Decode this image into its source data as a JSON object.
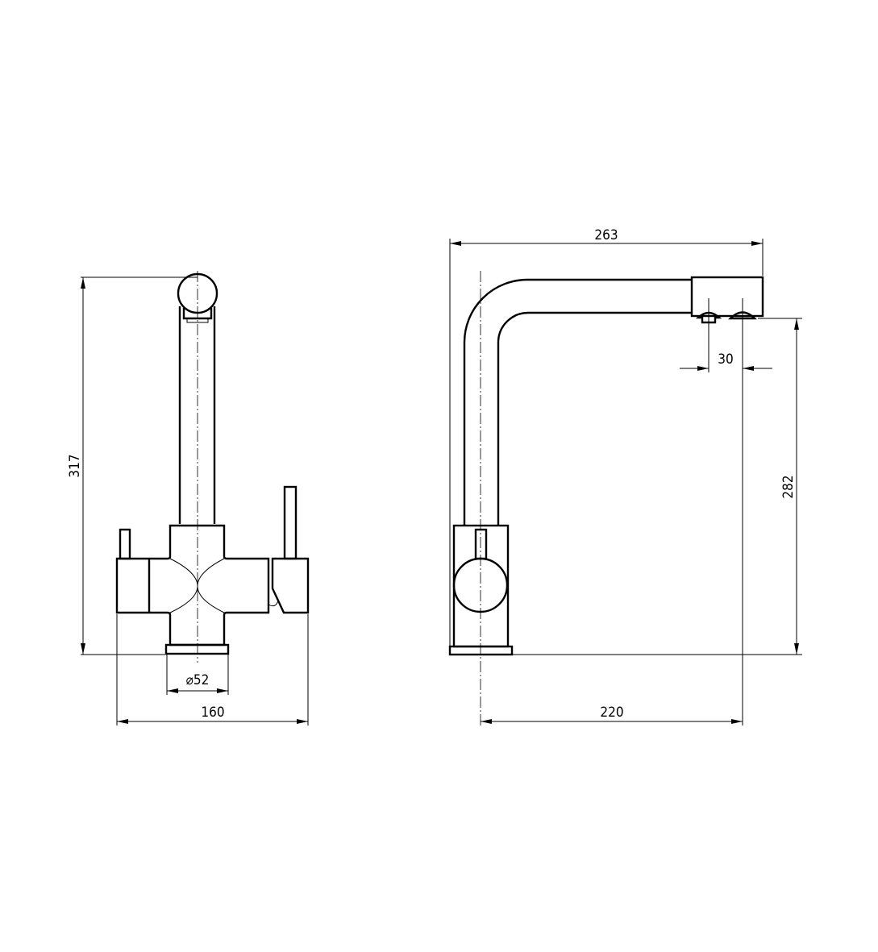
{
  "drawing": {
    "front_view": {
      "dimensions": {
        "height": "317",
        "base_diameter": "⌀52",
        "width": "160"
      }
    },
    "side_view": {
      "dimensions": {
        "reach_total": "263",
        "outlet_spacing": "30",
        "outlet_height": "282",
        "reach_to_outlet": "220"
      }
    },
    "line_color": "#000000"
  }
}
